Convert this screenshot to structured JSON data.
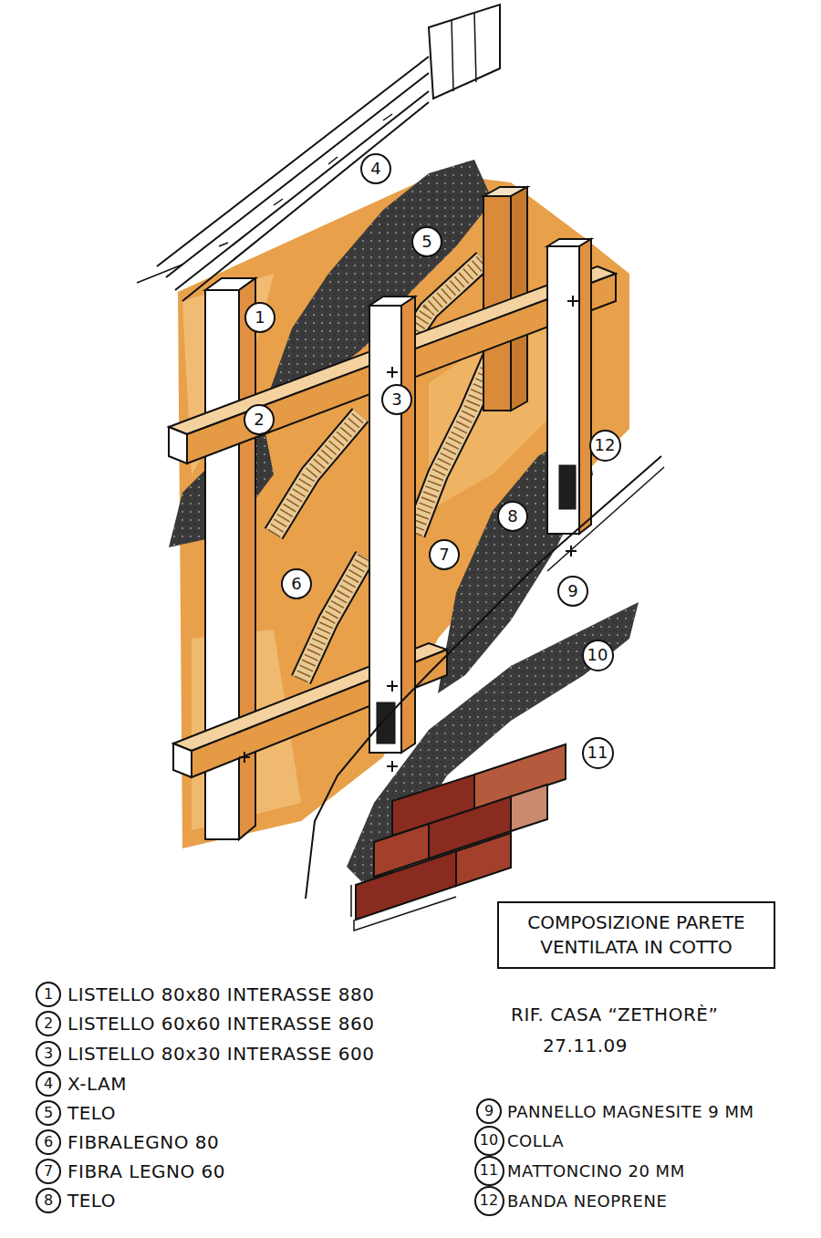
{
  "diagram": {
    "title": "COMPOSIZIONE PARETE VENTILATA IN COTTO",
    "nodes": [
      {
        "text": [
          "4"
        ]
      },
      {
        "text": [
          "5"
        ]
      },
      {
        "text": [
          "1"
        ]
      },
      {
        "text": [
          "3"
        ]
      },
      {
        "text": [
          "2"
        ]
      },
      {
        "text": [
          "12"
        ]
      },
      {
        "text": [
          "8"
        ]
      },
      {
        "text": [
          "7"
        ]
      },
      {
        "text": [
          "6"
        ]
      },
      {
        "text": [
          "9"
        ]
      },
      {
        "text": [
          "10"
        ]
      },
      {
        "text": [
          "11"
        ]
      },
      {
        "text": [
          "1"
        ]
      },
      {
        "text": [
          "2"
        ]
      },
      {
        "text": [
          "3"
        ]
      },
      {
        "text": [
          "4"
        ]
      },
      {
        "text": [
          "5"
        ]
      },
      {
        "text": [
          "6"
        ]
      },
      {
        "text": [
          "7"
        ]
      },
      {
        "text": [
          "8"
        ]
      },
      {
        "text": [
          "9"
        ]
      },
      {
        "text": [
          "10"
        ]
      },
      {
        "text": [
          "11"
        ]
      },
      {
        "text": [
          "12"
        ]
      }
    ],
    "labels": [
      "LISTELLO 80x80 INTERASSE 880",
      "LISTELLO 60x60 INTERASSE 860",
      "LISTELLO 80x30 INTERASSE 600",
      "X-LAM",
      "TELO",
      "FIBRALEGNO 80",
      "FIBRA LEGNO 60",
      "TELO",
      "PANNELLO MAGNESITE 9 MM",
      "COLLA",
      "MATTONCINO 20 MM",
      "BANDA NEOPRENE",
      "RIF. CASA “ZETHORÈ”",
      "27.11.09"
    ]
  }
}
